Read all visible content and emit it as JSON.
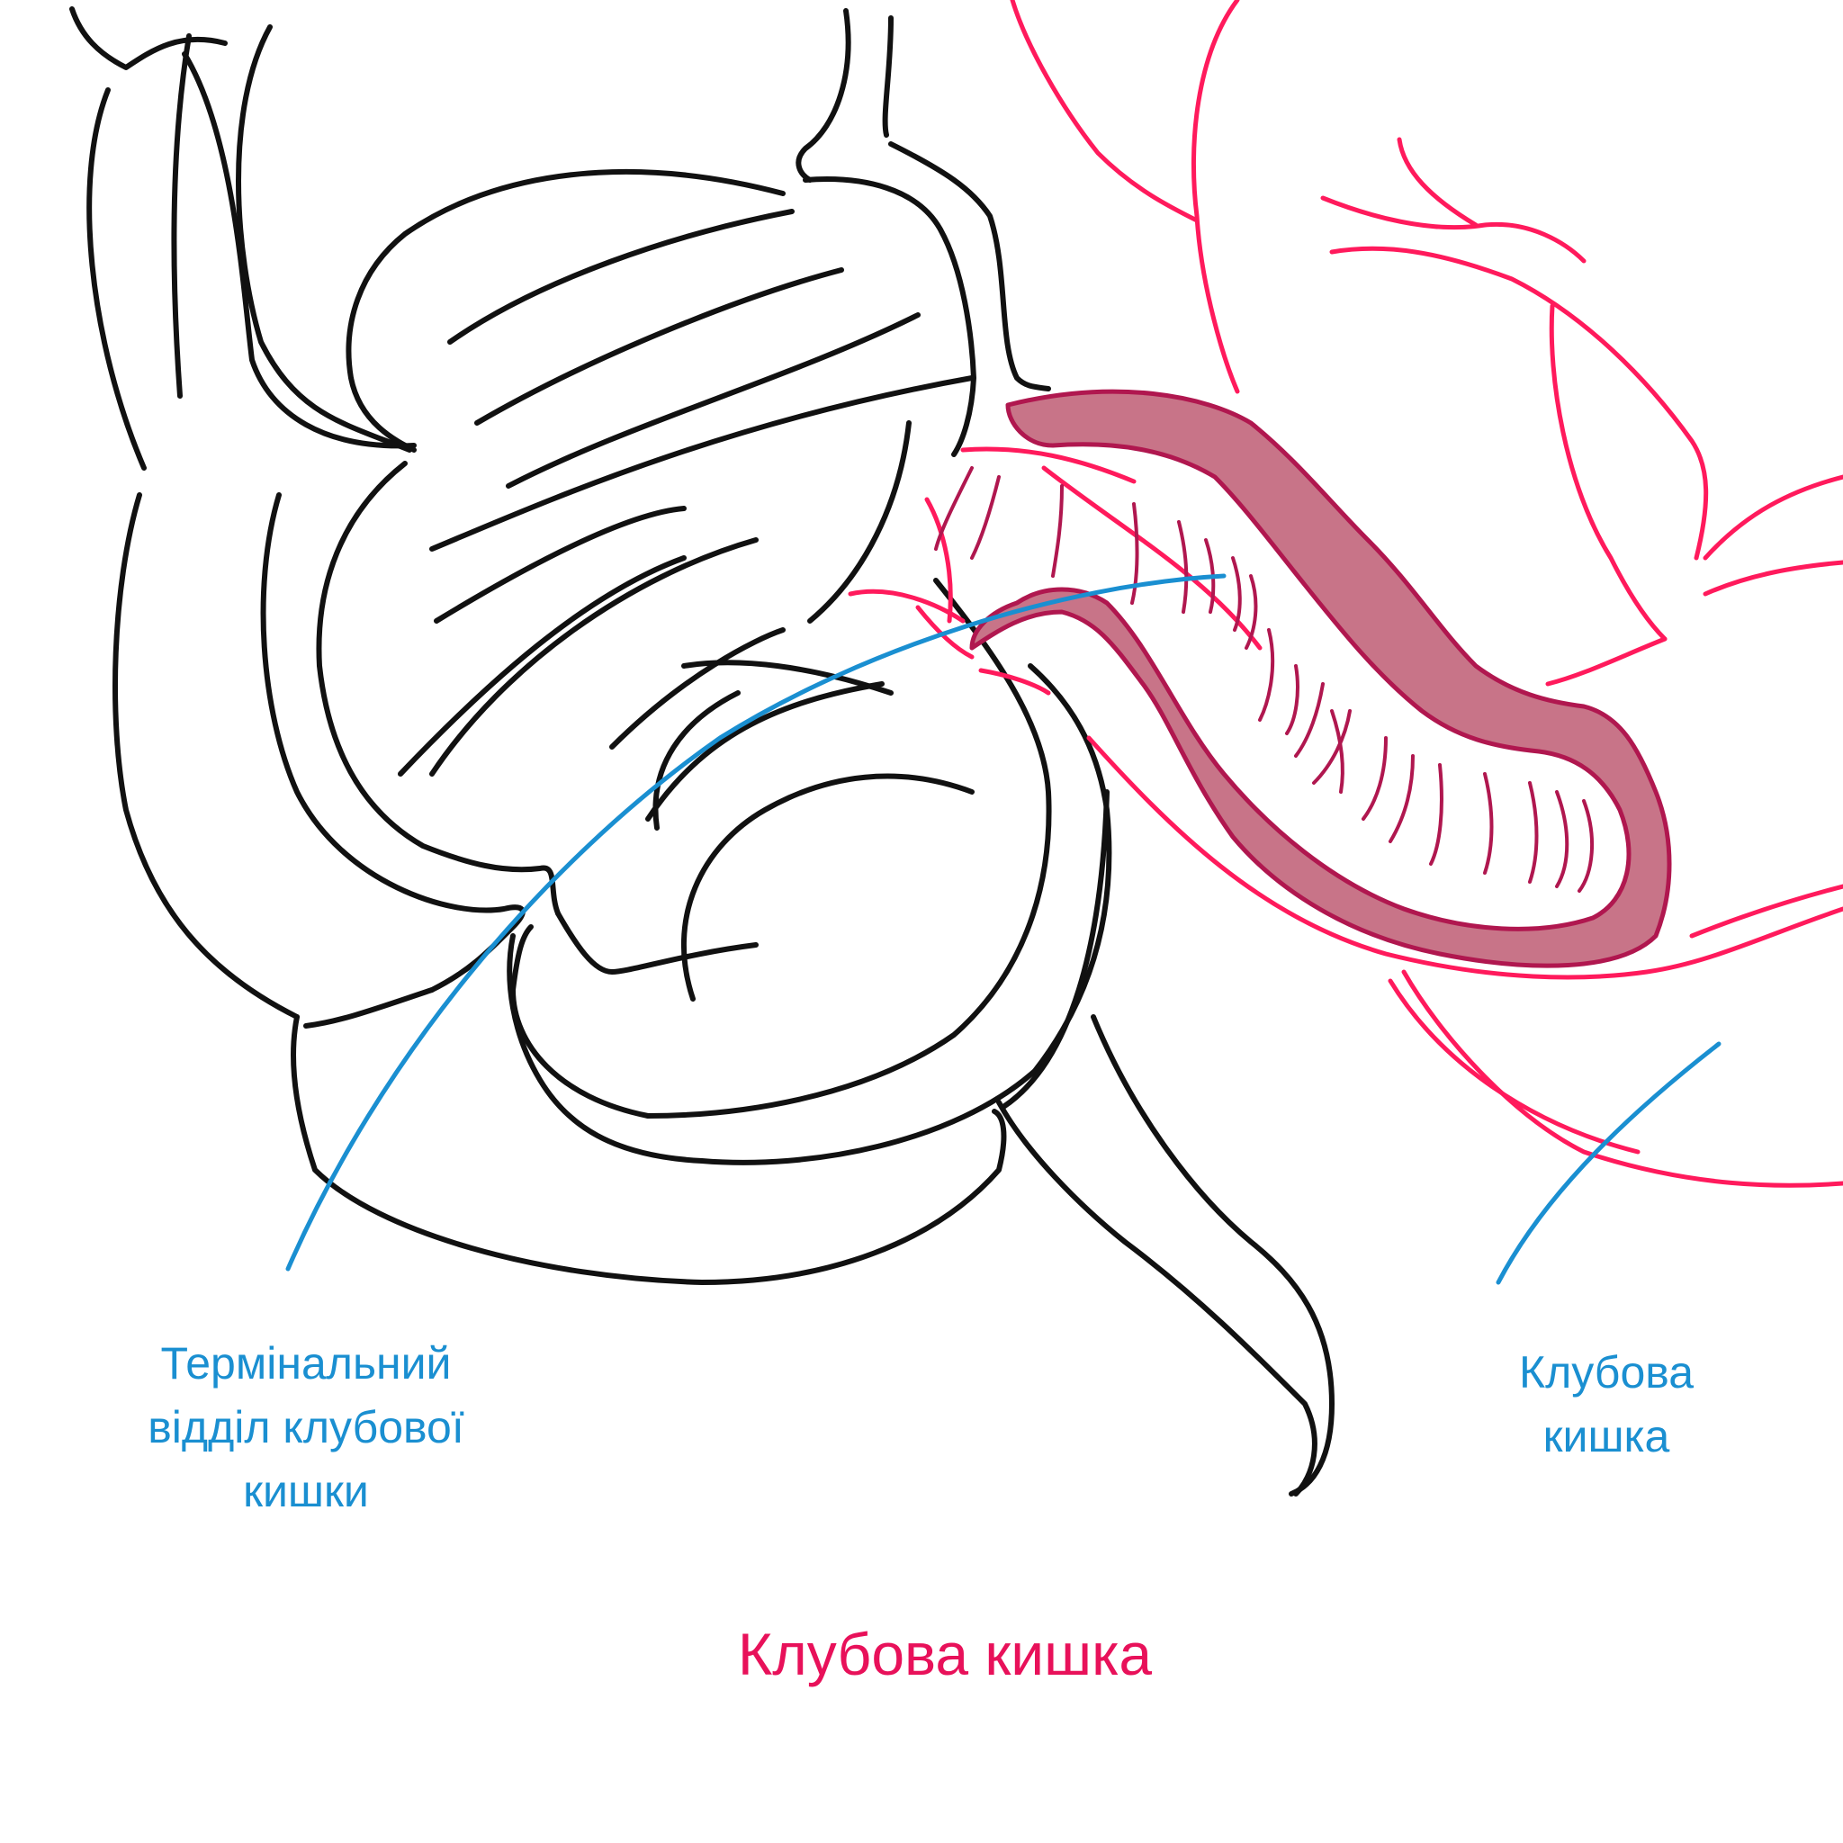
{
  "labels": {
    "terminal_ileum": "Термінальний\nвідділ клубової\nкишки",
    "ileum": "Клубова\nкишка"
  },
  "caption": "Клубова кишка",
  "colors": {
    "outline": "#111111",
    "ileum_outline": "#ff1a5c",
    "highlight_fill": "#c87488",
    "highlight_stroke": "#b0174f",
    "leader_line": "#1a8fd1",
    "label_text": "#1a8fd1",
    "caption_text": "#e8115a"
  }
}
